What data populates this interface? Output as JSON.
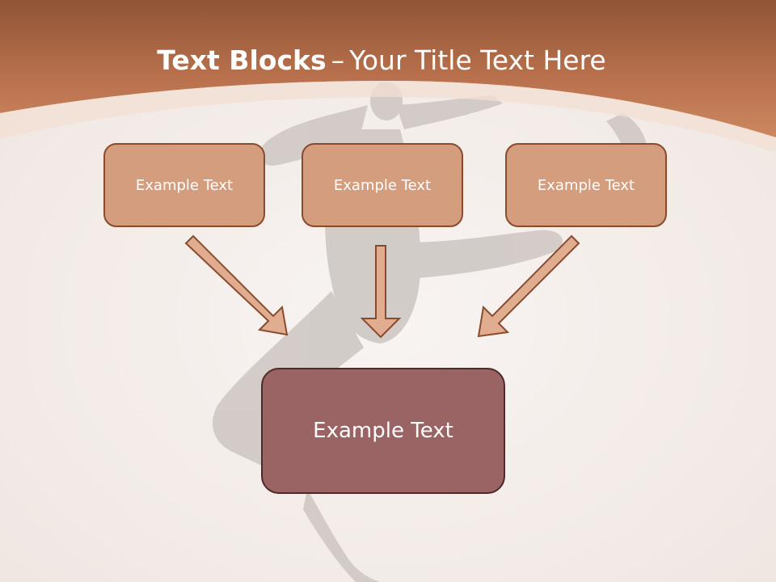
{
  "title": {
    "bold": "Text Blocks",
    "separator": "–",
    "rest": "Your Title Text Here"
  },
  "diagram": {
    "top_boxes": [
      {
        "label": "Example Text"
      },
      {
        "label": "Example Text"
      },
      {
        "label": "Example Text"
      }
    ],
    "bottom_box": {
      "label": "Example Text"
    }
  },
  "colors": {
    "header": "#b8704c",
    "small_box_fill": "#d39d7e",
    "small_box_border": "#8a4b2c",
    "large_box_fill": "#996463",
    "large_box_border": "#4e2a29",
    "arrow_fill": "#e0ad91",
    "arrow_stroke": "#8a4b2c"
  }
}
